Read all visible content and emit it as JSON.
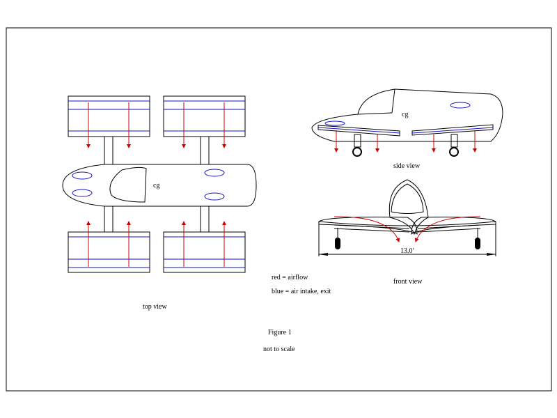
{
  "figure": {
    "title": "Figure 1",
    "note": "not to scale",
    "legend": {
      "red": "red = airflow",
      "blue": "blue = air intake, exit"
    },
    "colors": {
      "airflow": "#d00000",
      "intake": "#1010c0"
    },
    "top_view": {
      "label": "top view",
      "cg": "cg"
    },
    "side_view": {
      "label": "side view",
      "cg": "cg"
    },
    "front_view": {
      "label": "front view",
      "span": "13.0'"
    }
  }
}
